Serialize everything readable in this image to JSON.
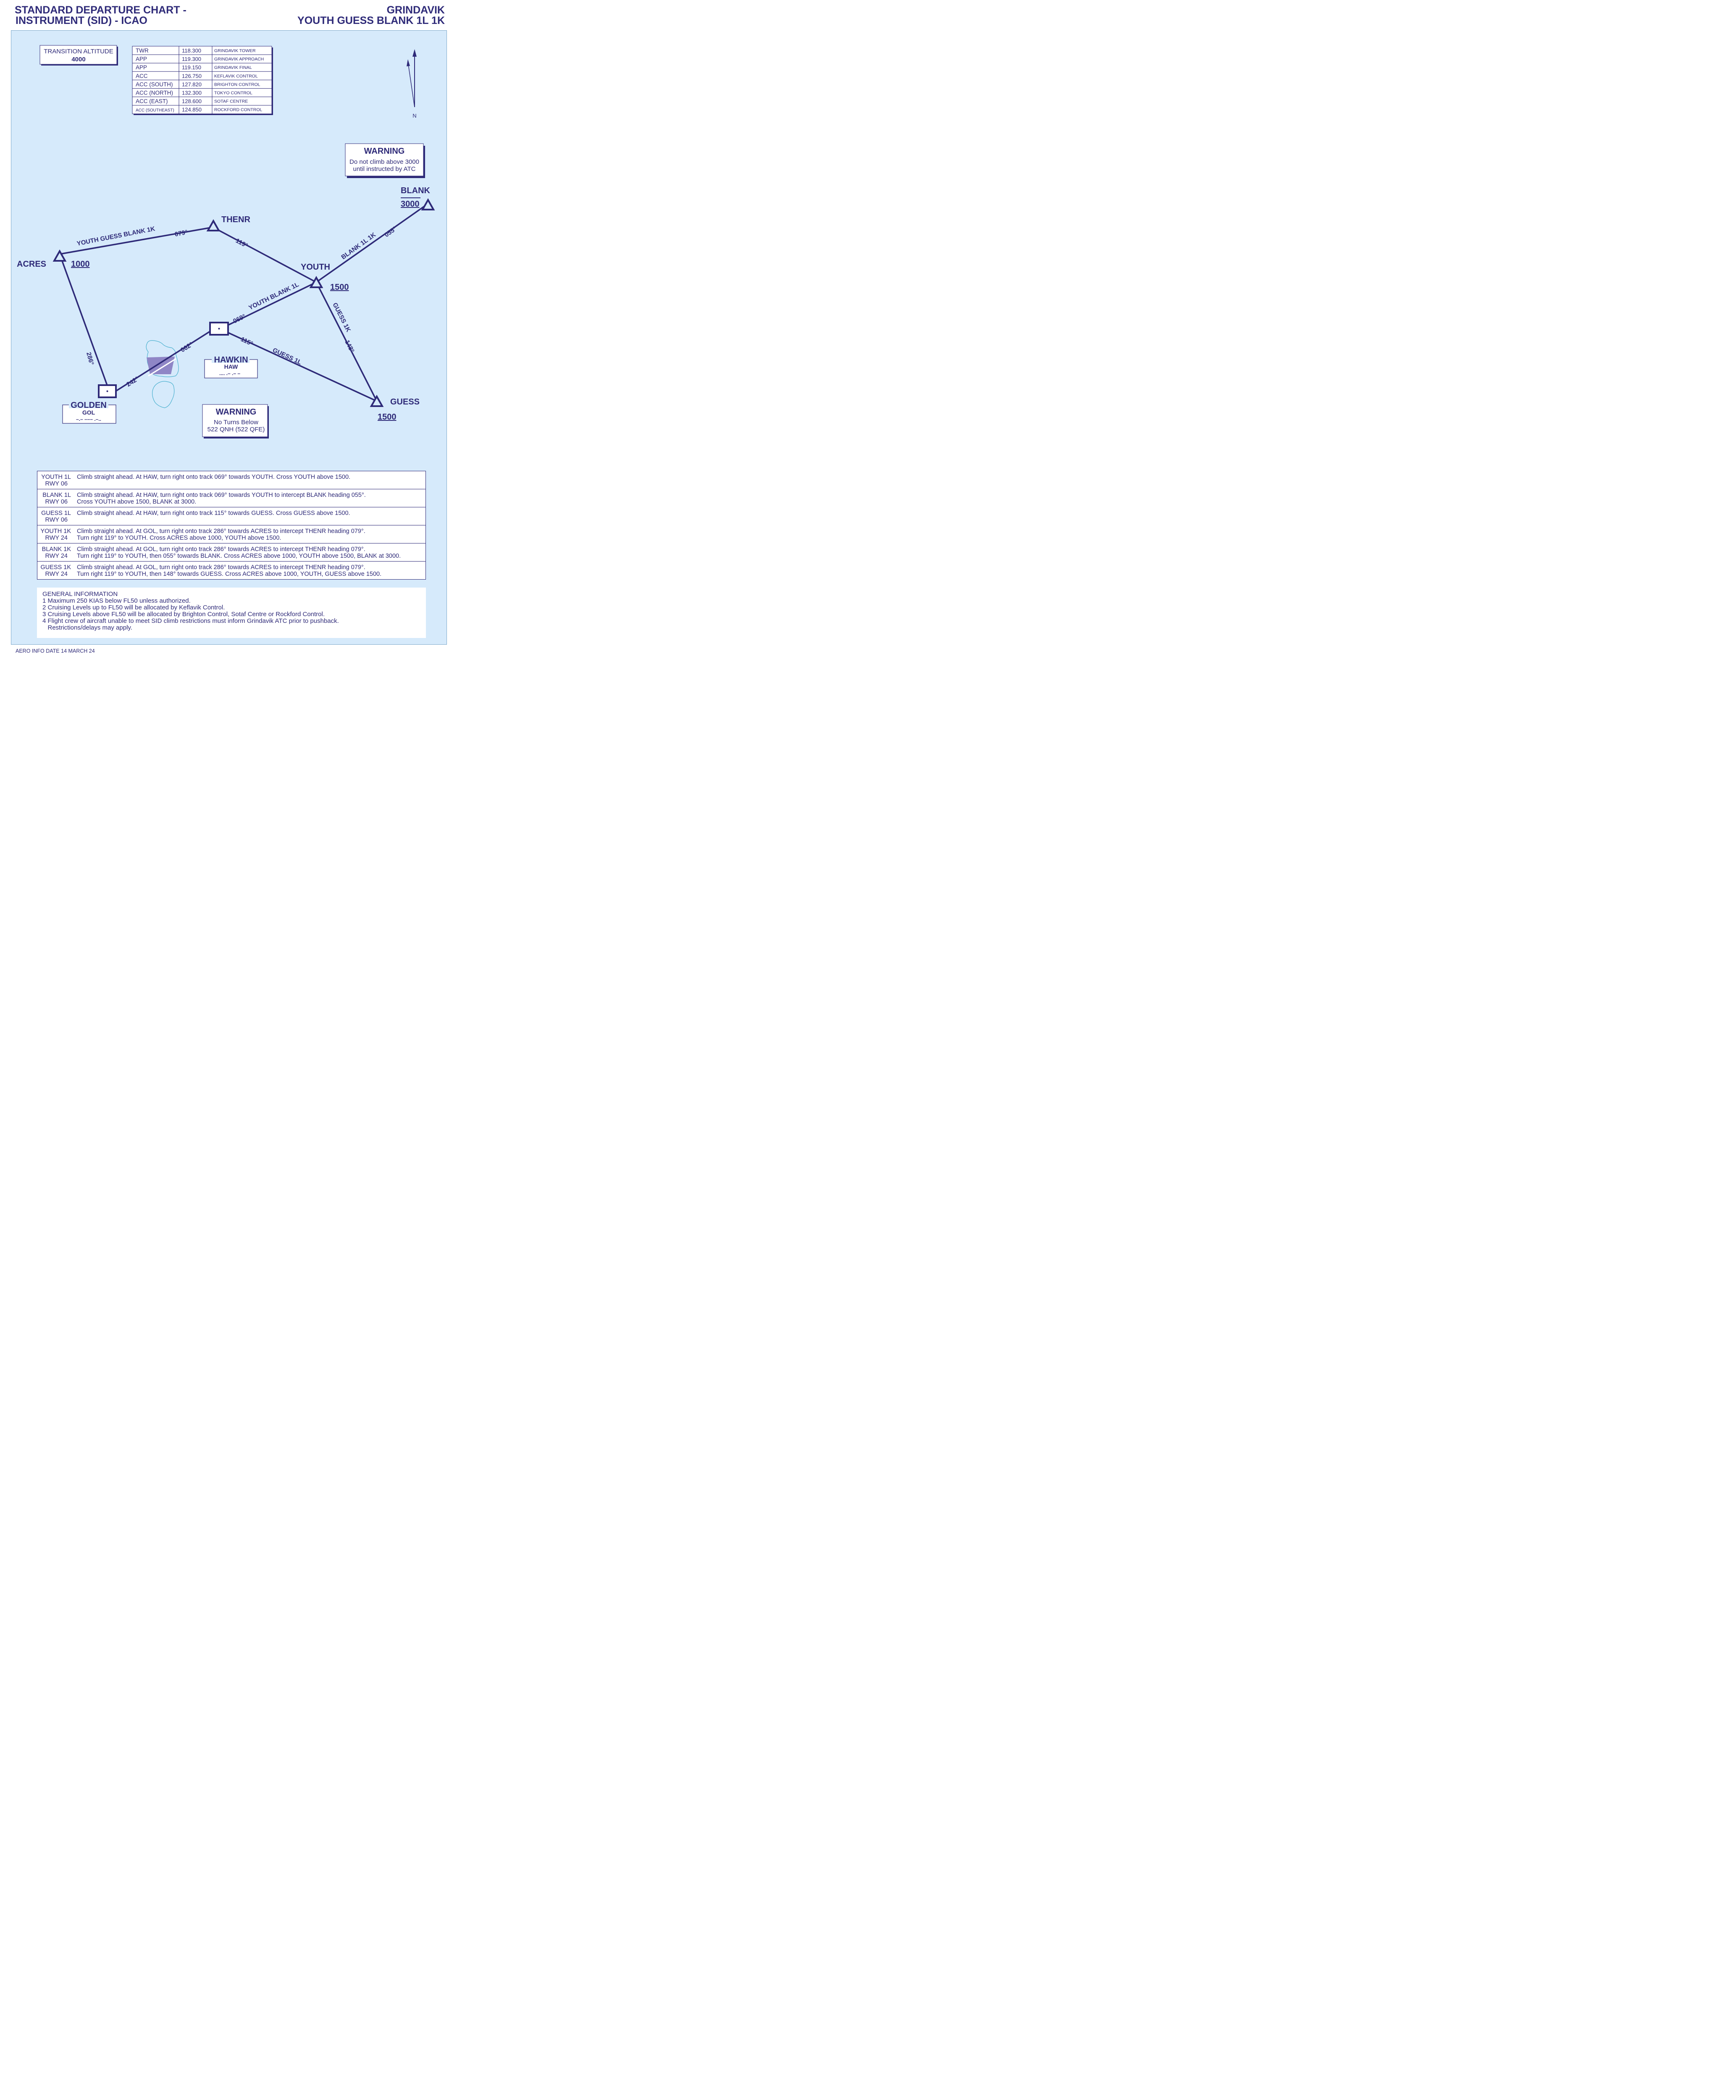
{
  "header": {
    "title_line1": "STANDARD DEPARTURE CHART -",
    "title_line2": "INSTRUMENT (SID) - ICAO",
    "airport": "GRINDAVIK",
    "procedures": "YOUTH GUESS BLANK 1L 1K"
  },
  "transition_altitude": {
    "label": "TRANSITION ALTITUDE",
    "value": "4000"
  },
  "frequencies": [
    {
      "service": "TWR",
      "freq": "118.300",
      "name": "GRINDAVIK TOWER"
    },
    {
      "service": "APP",
      "freq": "119.300",
      "name": "GRINDAVIK APPROACH"
    },
    {
      "service": "APP",
      "freq": "119.150",
      "name": "GRINDAVIK FINAL"
    },
    {
      "service": "ACC",
      "freq": "126.750",
      "name": "KEFLAVIK CONTROL"
    },
    {
      "service": "ACC (SOUTH)",
      "freq": "127.820",
      "name": "BRIGHTON CONTROL"
    },
    {
      "service": "ACC (NORTH)",
      "freq": "132.300",
      "name": "TOKYO CONTROL"
    },
    {
      "service": "ACC (EAST)",
      "freq": "128.600",
      "name": "SOTAF CENTRE"
    },
    {
      "service": "ACC (SOUTHEAST)",
      "freq": "124.850",
      "name": "ROCKFORD CONTROL"
    }
  ],
  "north_label": "N",
  "warning_top": {
    "title": "WARNING",
    "line1": "Do not climb above 3000",
    "line2": "until instructed by ATC"
  },
  "warning_bottom": {
    "title": "WARNING",
    "line1": "No Turns Below",
    "line2": "522 QNH (522 QFE)"
  },
  "waypoints": {
    "acres": {
      "name": "ACRES",
      "alt": "1000"
    },
    "thenr": {
      "name": "THENR"
    },
    "youth": {
      "name": "YOUTH",
      "alt": "1500"
    },
    "blank": {
      "name": "BLANK",
      "alt": "3000"
    },
    "guess": {
      "name": "GUESS",
      "alt": "1500"
    }
  },
  "navaids": {
    "hawkin": {
      "name": "HAWKIN",
      "ident": "HAW",
      "morse": ".... .– .– –"
    },
    "golden": {
      "name": "GOLDEN",
      "ident": "GOL",
      "morse": "–.– ––– .–.."
    }
  },
  "route_labels": {
    "ygb1k": "YOUTH GUESS BLANK 1K",
    "trk079": "079°",
    "trk119": "119°",
    "blank_route": "BLANK 1L 1K",
    "trk055": "055°",
    "yb1l": "YOUTH BLANK 1L",
    "trk069": "069°",
    "guess1k": "GUESS 1K",
    "trk148": "148°",
    "trk286": "286°",
    "trk062": "062°",
    "trk242": "242°",
    "trk115": "115°",
    "guess1l": "GUESS 1L"
  },
  "procedures": [
    {
      "name": "YOUTH 1L",
      "rwy": "RWY 06",
      "lines": [
        "Climb straight ahead. At HAW, turn right onto track 069° towards YOUTH. Cross YOUTH above 1500."
      ]
    },
    {
      "name": "BLANK 1L",
      "rwy": "RWY 06",
      "lines": [
        "Climb straight ahead. At HAW, turn right onto track 069° towards YOUTH to intercept BLANK heading 055°.",
        "Cross YOUTH above 1500, BLANK at 3000."
      ]
    },
    {
      "name": "GUESS 1L",
      "rwy": "RWY 06",
      "lines": [
        "Climb straight ahead. At HAW, turn right onto track 115° towards GUESS. Cross GUESS above 1500."
      ]
    },
    {
      "name": "YOUTH 1K",
      "rwy": "RWY 24",
      "lines": [
        "Climb straight ahead. At GOL, turn right onto track 286° towards ACRES to intercept THENR heading 079°.",
        "Turn right 119° to YOUTH. Cross ACRES above 1000, YOUTH above 1500."
      ]
    },
    {
      "name": "BLANK 1K",
      "rwy": "RWY 24",
      "lines": [
        "Climb straight ahead. At GOL, turn right onto track 286° towards ACRES to intercept THENR heading 079°.",
        "Turn right 119° to YOUTH, then 055° towards BLANK. Cross ACRES above 1000, YOUTH above 1500, BLANK at 3000."
      ]
    },
    {
      "name": "GUESS 1K",
      "rwy": "RWY 24",
      "lines": [
        "Climb straight ahead. At GOL, turn right onto track 286° towards ACRES to intercept THENR heading 079°.",
        "Turn right 119° to YOUTH, then 148° towards GUESS. Cross ACRES above 1000, YOUTH, GUESS above 1500."
      ]
    }
  ],
  "general_info": {
    "title": "GENERAL INFORMATION",
    "items": [
      "1 Maximum 250 KIAS below FL50 unless authorized.",
      "2 Cruising Levels up to FL50 will be allocated by Keflavik Control.",
      "3 Cruising Levels above FL50 will be allocated by Brighton Control, Sotaf Centre or Rockford Control.",
      "4 Flight crew of aircraft unable to meet SID climb restrictions must inform Grindavik ATC prior to pushback.",
      "   Restrictions/delays may apply."
    ]
  },
  "footer": "AERO INFO DATE 14 MARCH 24",
  "colors": {
    "ink": "#2e2a78",
    "background": "#d6eafb",
    "runway_area": "#8f86c6",
    "island_outline": "#4ab0cf"
  }
}
